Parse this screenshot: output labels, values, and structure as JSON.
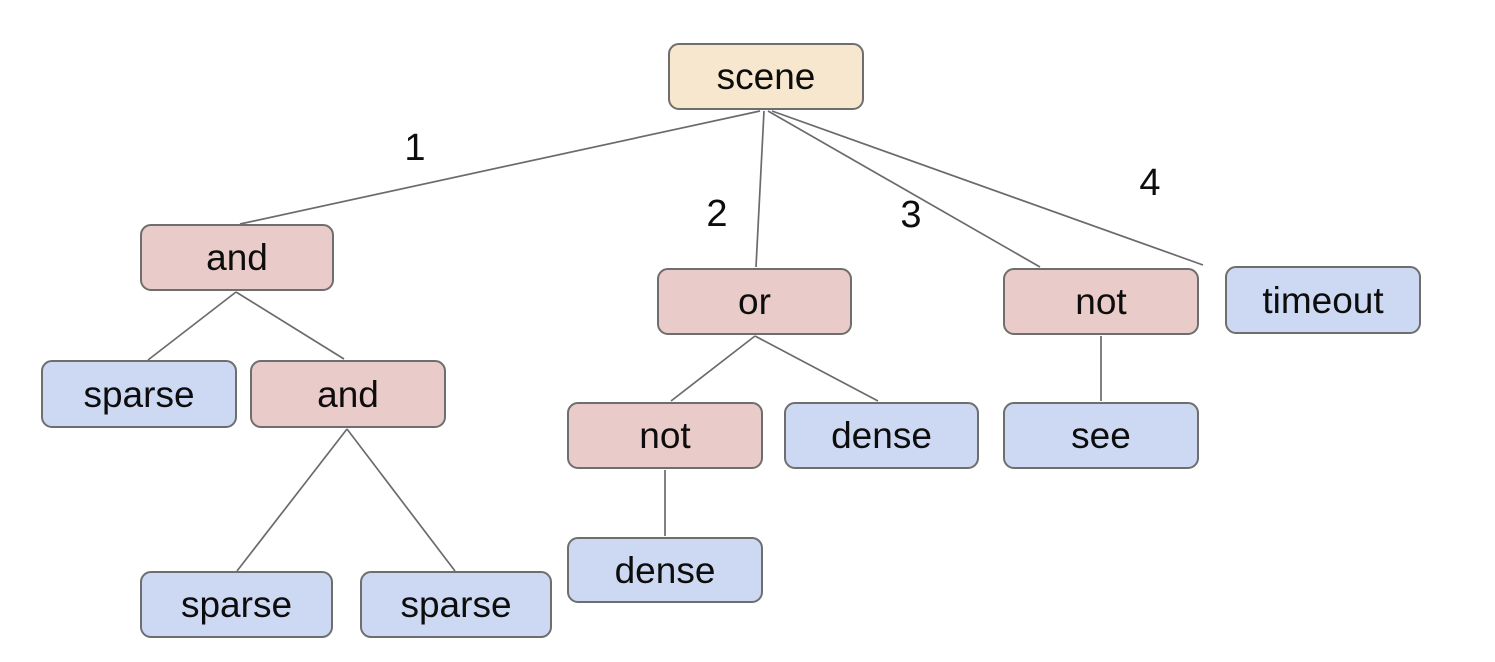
{
  "diagram": {
    "type": "behavior-tree",
    "background": "#ffffff"
  },
  "palette": {
    "root_fill": "#f6e7ce",
    "operator_fill": "#e9cbc9",
    "leaf_fill": "#cdd8f2",
    "node_border": "#6e6e6e",
    "edge_color": "#6b6b6b",
    "text_color": "#0d0d0d"
  },
  "nodes": {
    "scene": "scene",
    "and_left": "and",
    "sparse_left": "sparse",
    "and_inner": "and",
    "sparse_bottom_left": "sparse",
    "sparse_bottom_right": "sparse",
    "or_mid": "or",
    "not_mid": "not",
    "dense_mid": "dense",
    "dense_bottom": "dense",
    "not_right": "not",
    "see_right": "see",
    "timeout_right": "timeout"
  },
  "edge_labels": {
    "branch1": "1",
    "branch2": "2",
    "branch3": "3",
    "branch4": "4"
  },
  "tree": {
    "root": "scene",
    "children": [
      {
        "edge": "1",
        "label": "and",
        "children": [
          {
            "label": "sparse"
          },
          {
            "label": "and",
            "children": [
              {
                "label": "sparse"
              },
              {
                "label": "sparse"
              }
            ]
          }
        ]
      },
      {
        "edge": "2",
        "label": "or",
        "children": [
          {
            "label": "not",
            "children": [
              {
                "label": "dense"
              }
            ]
          },
          {
            "label": "dense"
          }
        ]
      },
      {
        "edge": "3",
        "label": "not",
        "children": [
          {
            "label": "see"
          }
        ]
      },
      {
        "edge": "4",
        "label": "timeout"
      }
    ]
  }
}
